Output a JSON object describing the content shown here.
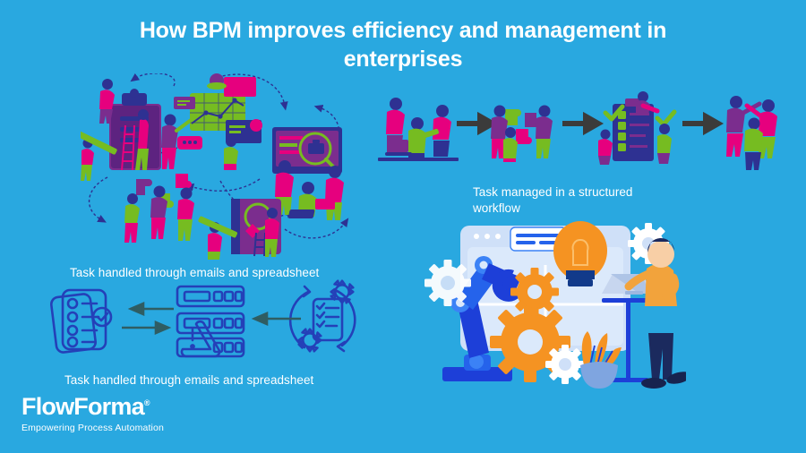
{
  "background_color": "#29a8e0",
  "header": {
    "title": "How BPM improves efficiency and management in enterprises",
    "title_color": "#ffffff"
  },
  "captions": {
    "left_top": "Task handled through emails and spreadsheet",
    "right": "Task managed in a structured workflow",
    "left_bottom": "Task handled through emails and spreadsheet"
  },
  "logo": {
    "name_part1": "Flow",
    "name_part2": "Forma",
    "registered": "®",
    "tagline": "Empowering Process Automation",
    "color": "#ffffff"
  },
  "palette": {
    "background": "#29a8e0",
    "magenta": "#e6007e",
    "green": "#76bc21",
    "purple": "#7b2d8e",
    "navy": "#2e3192",
    "dark_arrow": "#3b3b3b",
    "teal_arrow": "#2f5d63",
    "line_icon": "#2440b8",
    "orange": "#f59322",
    "blue": "#1d4ed8",
    "light_blue": "#bcd7f5",
    "white": "#ffffff"
  },
  "illustrations": {
    "chaos_cluster": {
      "name": "unstructured-task-cluster",
      "description": "Scattered people, clipboards, charts, puzzle pieces and magnifiers joined by looping dashed arrows",
      "arrow_style": "dashed-curved",
      "arrow_color": "#2e3192"
    },
    "structured_flow": {
      "name": "structured-workflow-row",
      "description": "Four-stage left to right workflow joined by solid arrows",
      "arrow_style": "solid-straight",
      "arrow_color": "#3b3b3b",
      "stages": [
        {
          "index": 1,
          "label": "team-collaboration"
        },
        {
          "index": 2,
          "label": "puzzle-assembly"
        },
        {
          "index": 3,
          "label": "checklist-approval"
        },
        {
          "index": 4,
          "label": "celebration-high-five"
        }
      ]
    },
    "line_icon_flow": {
      "name": "email-spreadsheet-bottleneck",
      "arrow_color": "#2f5d63",
      "icons": [
        {
          "index": 1,
          "name": "checklist-clipboard-icon"
        },
        {
          "index": 2,
          "name": "server-stack-warning-icon"
        },
        {
          "index": 3,
          "name": "gears-checklist-cycle-icon"
        }
      ]
    },
    "automation_scene": {
      "name": "process-automation-scene",
      "elements": [
        "browser-window",
        "robot-arm",
        "gears",
        "lightbulb",
        "person-at-standing-desk",
        "laptop",
        "plant"
      ]
    }
  }
}
